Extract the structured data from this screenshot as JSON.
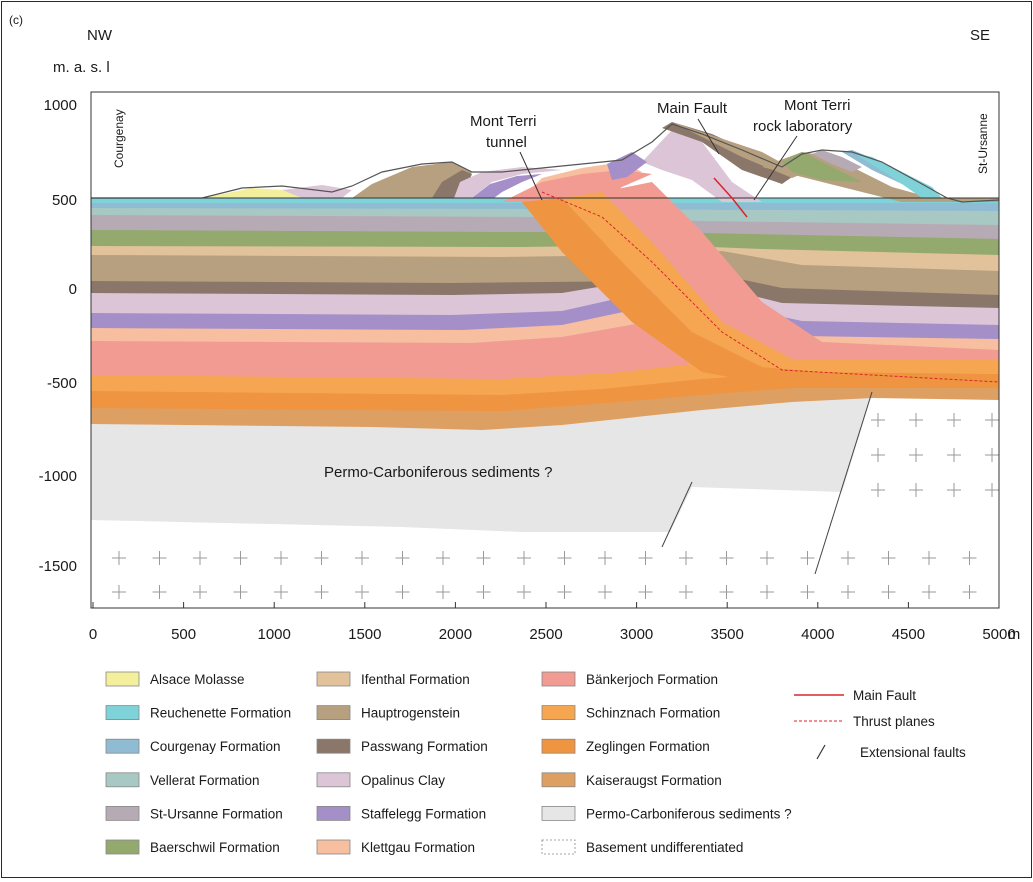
{
  "panel_label": "(c)",
  "direction_left": "NW",
  "direction_right": "SE",
  "y_axis_label": "m. a. s. l",
  "x_unit": "m",
  "y_ticks": [
    "1000",
    "500",
    "0",
    "-500",
    "-1000",
    "-1500"
  ],
  "x_ticks": [
    "0",
    "500",
    "1000",
    "1500",
    "2000",
    "2500",
    "3000",
    "3500",
    "4000",
    "4500",
    "5000"
  ],
  "annotations": {
    "courgenay": "Courgenay",
    "st_ursanne": "St-Ursanne",
    "tunnel_line1": "Mont Terri",
    "tunnel_line2": "tunnel",
    "main_fault": "Main Fault",
    "lab_line1": "Mont Terri",
    "lab_line2": "rock laboratory",
    "permo": "Permo-Carboniferous sediments ?"
  },
  "legend_units": [
    {
      "label": "Alsace Molasse",
      "color": "#f4ef9c"
    },
    {
      "label": "Reuchenette Formation",
      "color": "#7fd3d8"
    },
    {
      "label": "Courgenay Formation",
      "color": "#8fbcd2"
    },
    {
      "label": "Vellerat Formation",
      "color": "#a8c8c4"
    },
    {
      "label": "St-Ursanne Formation",
      "color": "#b6abb4"
    },
    {
      "label": "Baerschwil Formation",
      "color": "#93a96e"
    },
    {
      "label": "Ifenthal Formation",
      "color": "#e2c29b"
    },
    {
      "label": "Hauptrogenstein",
      "color": "#b6a07f"
    },
    {
      "label": "Passwang Formation",
      "color": "#8b766a"
    },
    {
      "label": "Opalinus Clay",
      "color": "#dcc5d6"
    },
    {
      "label": "Staffelegg Formation",
      "color": "#a48fc9"
    },
    {
      "label": "Klettgau Formation",
      "color": "#f7bea0"
    },
    {
      "label": "Bänkerjoch Formation",
      "color": "#f19b92"
    },
    {
      "label": "Schinznach Formation",
      "color": "#f6a651"
    },
    {
      "label": "Zeglingen Formation",
      "color": "#ef9441"
    },
    {
      "label": "Kaiseraugst Formation",
      "color": "#de9f62"
    },
    {
      "label": "Permo-Carboniferous sediments ?",
      "color": "#e6e6e6"
    },
    {
      "label": "Basement undifferentiated",
      "color": "#ffffff"
    }
  ],
  "legend_lines": [
    {
      "label": "Main Fault",
      "color": "#d8262c",
      "style": "solid"
    },
    {
      "label": "Thrust planes",
      "color": "#d8262c",
      "style": "dashed"
    },
    {
      "label": "Extensional faults",
      "color": "#333333",
      "style": "slash"
    }
  ]
}
